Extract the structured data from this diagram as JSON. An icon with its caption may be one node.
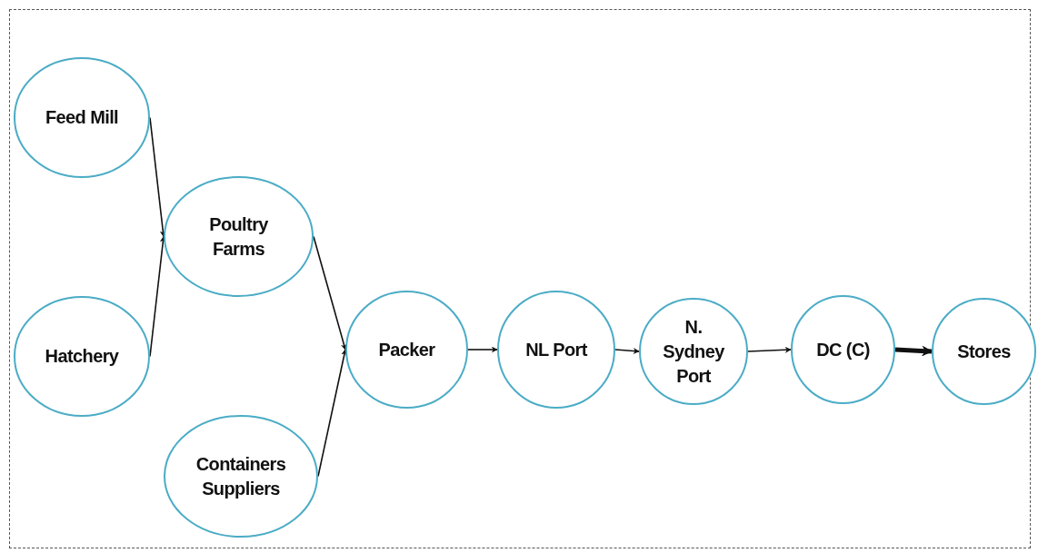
{
  "diagram": {
    "nodes": [
      {
        "text": [
          "Feed Mill"
        ]
      },
      {
        "text": [
          "Hatchery"
        ]
      },
      {
        "text": [
          "Poultry Farms"
        ]
      },
      {
        "text": [
          "Containers Suppliers"
        ]
      },
      {
        "text": [
          "Packer"
        ]
      },
      {
        "text": [
          "NL Port"
        ]
      },
      {
        "text": [
          "N. Sydney Port"
        ]
      },
      {
        "text": [
          "DC (C)"
        ]
      },
      {
        "text": [
          "Stores"
        ]
      }
    ],
    "edges": [
      {
        "from": 0,
        "to": 2,
        "arrow": "to"
      },
      {
        "from": 1,
        "to": 2,
        "arrow": "to"
      },
      {
        "from": 2,
        "to": 4,
        "arrow": "to"
      },
      {
        "from": 3,
        "to": 4,
        "arrow": "to"
      },
      {
        "from": 4,
        "to": 5,
        "arrow": "to"
      },
      {
        "from": 5,
        "to": 6,
        "arrow": "to"
      },
      {
        "from": 6,
        "to": 7,
        "arrow": "to"
      },
      {
        "from": 7,
        "to": 8,
        "arrow": "to",
        "style": "thick"
      }
    ]
  }
}
